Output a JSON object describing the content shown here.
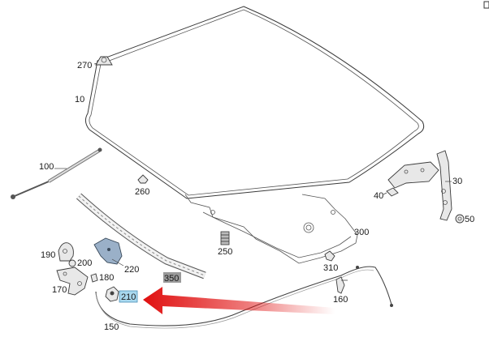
{
  "callouts": {
    "c10": "10",
    "c30": "30",
    "c40": "40",
    "c50": "50",
    "c100": "100",
    "c150": "150",
    "c160": "160",
    "c170": "170",
    "c180": "180",
    "c190": "190",
    "c200": "200",
    "c210": "210",
    "c220": "220",
    "c250": "250",
    "c260": "260",
    "c270": "270",
    "c300": "300",
    "c310": "310",
    "c350": "350"
  },
  "highlight": {
    "selected_color": "#a9d8ee",
    "secondary_color": "#9a9a9a",
    "arrow_color": "#e01010"
  }
}
